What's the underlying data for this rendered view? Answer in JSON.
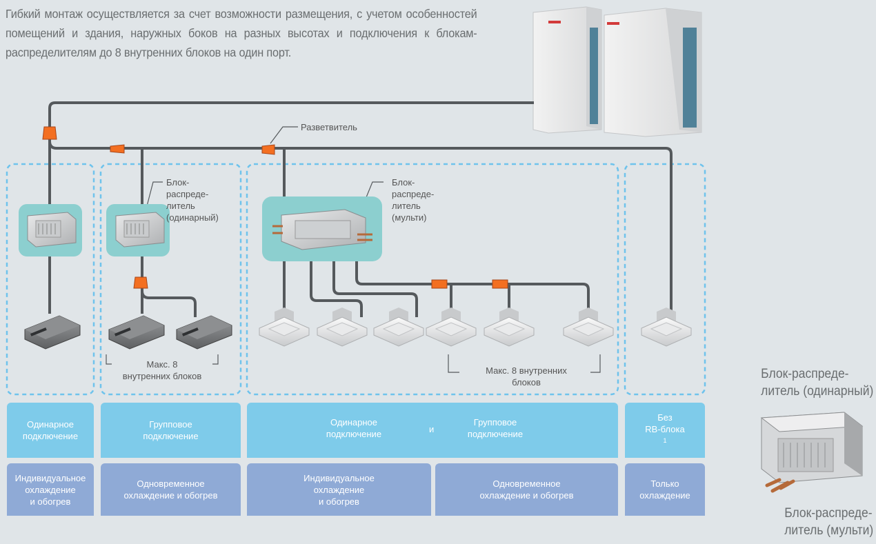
{
  "intro_text": "Гибкий монтаж осуществляется за счет возможности размещения, с учетом особенностей помещений и здания, наружных боков на разных высотах и подключения к блокам-распределителям до 8 внутренних блоков на один порт.",
  "diagram": {
    "splitter_label": "Разветвитель",
    "rb_single_label": [
      "Блок-",
      "распреде-",
      "литель",
      "(одинарный)"
    ],
    "rb_multi_label": [
      "Блок-",
      "распреде-",
      "литель",
      "(мульти)"
    ],
    "max8_group": [
      "Макс. 8",
      "внутренних блоков"
    ],
    "max8_multi": [
      "Макс. 8 внутренних",
      "блоков"
    ]
  },
  "connection_row": {
    "col1": [
      "Одинарное",
      "подключение"
    ],
    "col2": [
      "Групповое",
      "подключение"
    ],
    "col3a": [
      "Одинарное",
      "подключение"
    ],
    "col3_and": "и",
    "col3b": [
      "Групповое",
      "подключение"
    ],
    "col4": [
      "Без",
      "RB-блока"
    ],
    "col4_sup": "1"
  },
  "mode_row": {
    "col1": [
      "Индивидуальное",
      "охлаждение",
      "и обогрев"
    ],
    "col2": [
      "Одновременное",
      "охлаждение и обогрев"
    ],
    "col3a": [
      "Индивидуальное",
      "охлаждение",
      "и обогрев"
    ],
    "col3b": [
      "Одновременное",
      "охлаждение и обогрев"
    ],
    "col4": [
      "Только",
      "охлаждение"
    ]
  },
  "side_captions": {
    "single": [
      "Блок-распреде-",
      "литель (одинарный)"
    ],
    "multi": [
      "Блок-распреде-",
      "литель (мульти)"
    ]
  },
  "colors": {
    "background": "#e0e5e8",
    "pipe": "#55595c",
    "splitter": "#f36f21",
    "dashed": "#6fc3ec",
    "connection_cell": "#7ecbea",
    "mode_cell": "#8faad6",
    "rb_backdrop": "#8ccfcf"
  }
}
